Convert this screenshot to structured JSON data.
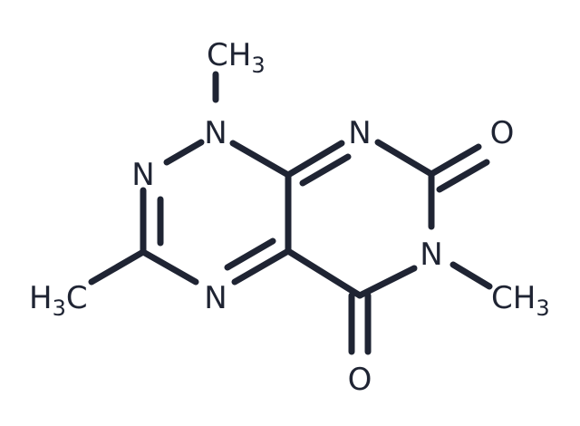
{
  "molecule": {
    "atoms": {
      "n1": "N",
      "n2": "N",
      "n4": "N",
      "n5": "N",
      "n6": "N",
      "o7": "O",
      "o5": "O",
      "methyl_n1": "CH3",
      "methyl_n6": "CH3",
      "methyl_c3": "H3C"
    },
    "bond_color": "#1f2433"
  }
}
